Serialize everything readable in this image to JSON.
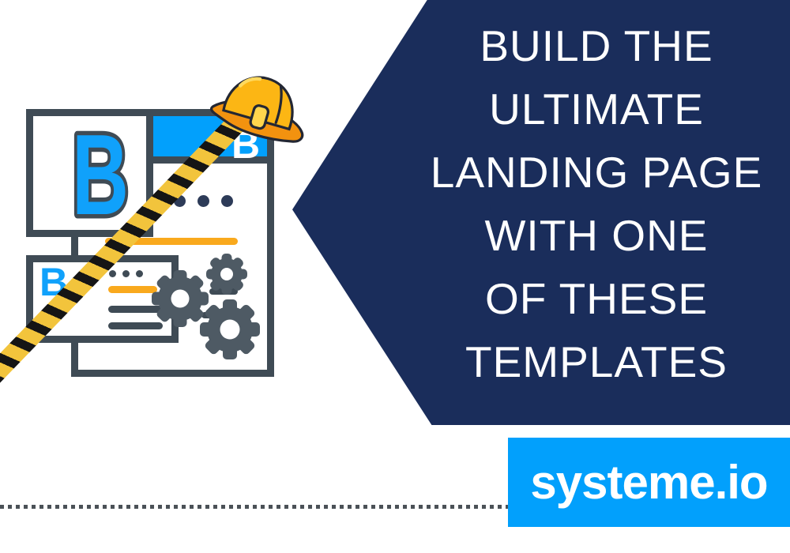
{
  "banner": {
    "headline": {
      "lines": [
        "BUILD THE",
        "ULTIMATE",
        "LANDING PAGE",
        "WITH ONE",
        "OF THESE",
        "TEMPLATES"
      ],
      "text_color": "#ffffff"
    },
    "brand": {
      "name": "systeme.io",
      "box_color": "#02a0fc",
      "text_color": "#ffffff"
    },
    "illustration": {
      "card_letter": "B",
      "header_letter": "B",
      "small_window_letter": "B",
      "icons": [
        "construction-hat-icon",
        "caution-tape-icon",
        "gear-icon",
        "gear-icon",
        "gear-icon"
      ],
      "colors": {
        "navy": "#1a2d5b",
        "azure": "#02a0fc",
        "letter_blue": "#10a1fb",
        "outline_slate": "#3f4b55",
        "gear_gray": "#4e5a64",
        "orange_line": "#f9a91d",
        "hat_yellow": "#fcb614",
        "hat_brim_orange": "#f2920f",
        "tape_yellow": "#f2c43c",
        "tape_black": "#151515",
        "dotted_line_gray": "#4b5157"
      }
    }
  }
}
